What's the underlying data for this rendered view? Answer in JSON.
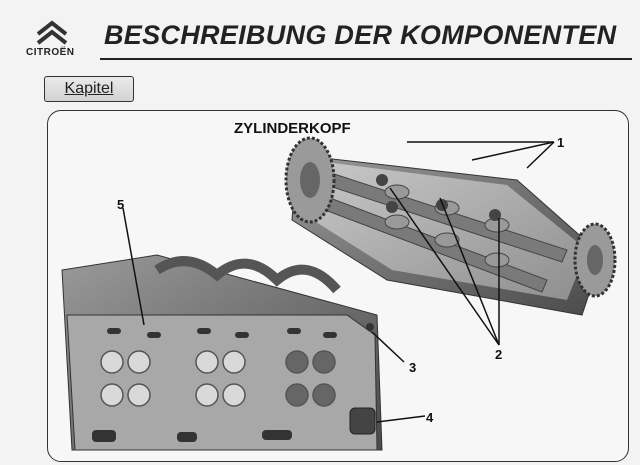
{
  "header": {
    "brand": "CITROËN",
    "title": "BESCHREIBUNG DER KOMPONENTEN"
  },
  "chapter_button": {
    "label": "Kapitel"
  },
  "figure": {
    "title": "ZYLINDERKOPF",
    "callouts": [
      "1",
      "2",
      "3",
      "4",
      "5"
    ]
  },
  "colors": {
    "accent": "#222222",
    "panel_bg": "#f7f7f7"
  }
}
